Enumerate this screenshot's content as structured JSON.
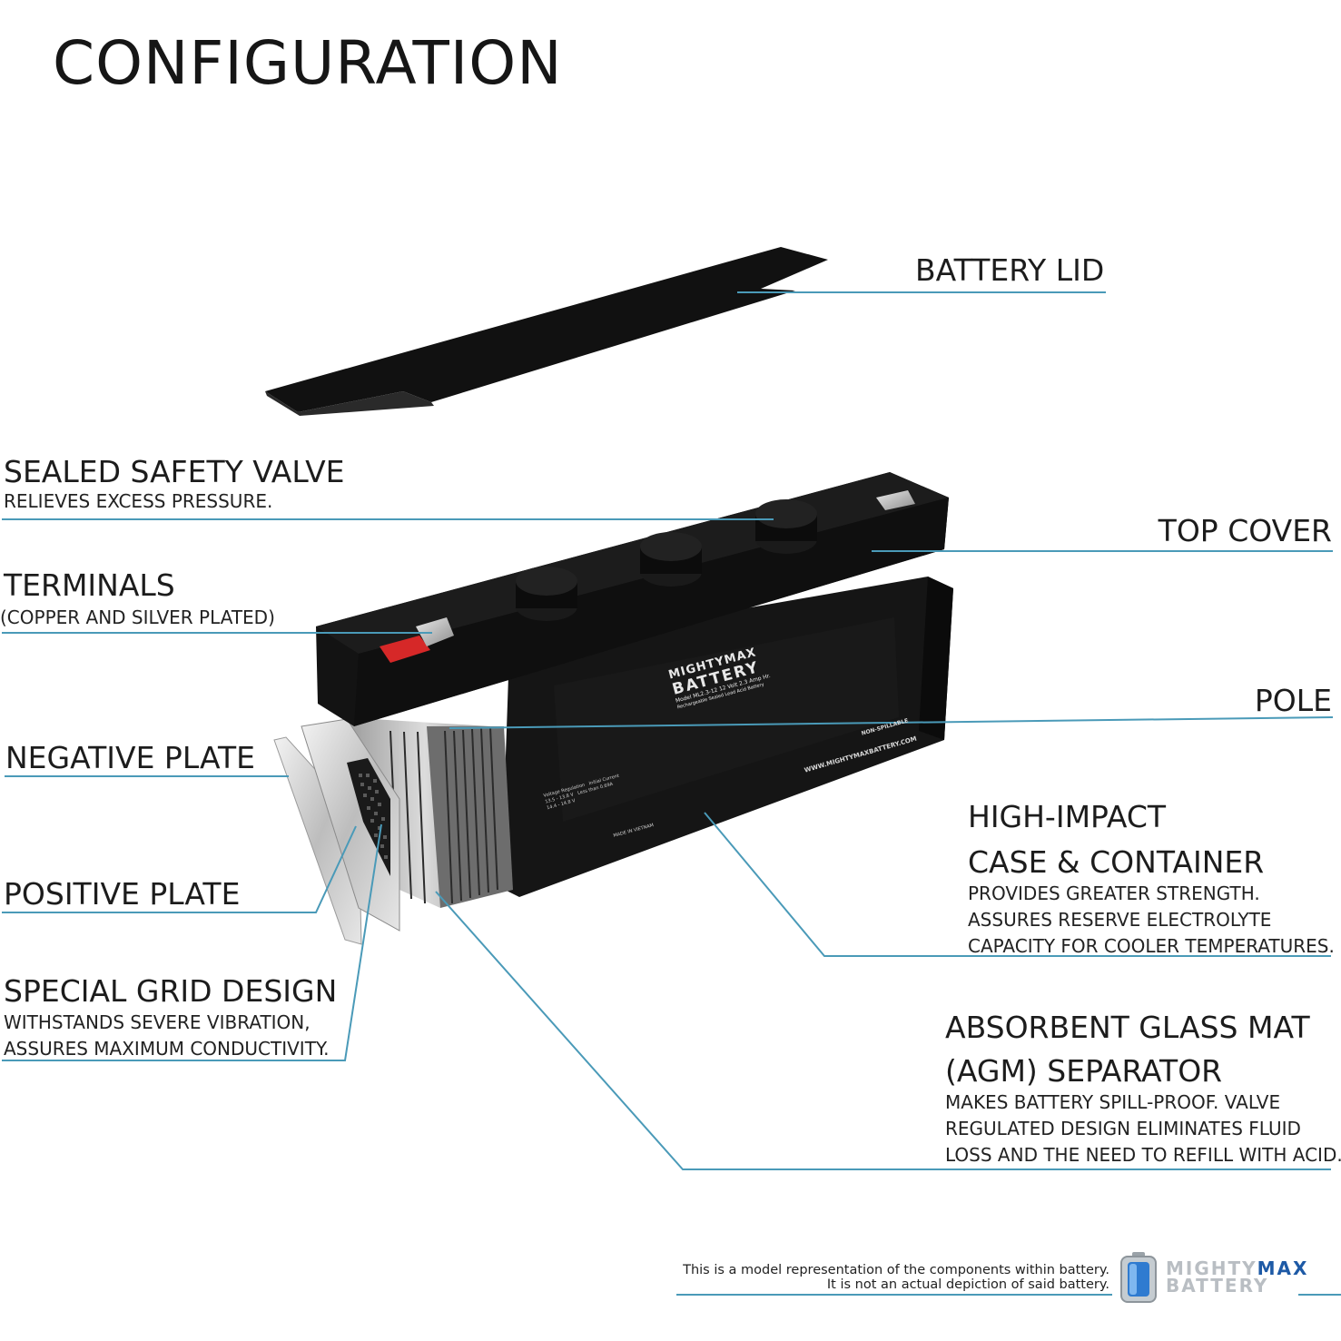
{
  "title": "CONFIGURATION",
  "components": {
    "battery_lid": {
      "label": "BATTERY LID"
    },
    "sealed_safety_valve": {
      "label": "SEALED SAFETY VALVE",
      "desc": "RELIEVES EXCESS PRESSURE."
    },
    "top_cover": {
      "label": "TOP COVER"
    },
    "terminals": {
      "label": "TERMINALS",
      "desc": "(COPPER AND SILVER PLATED)"
    },
    "pole": {
      "label": "POLE"
    },
    "negative_plate": {
      "label": "NEGATIVE PLATE"
    },
    "high_impact": {
      "label_line1": "HIGH-IMPACT",
      "label_line2": "CASE & CONTAINER",
      "desc_line1": "PROVIDES GREATER STRENGTH.",
      "desc_line2": "ASSURES RESERVE ELECTROLYTE",
      "desc_line3": "CAPACITY FOR COOLER TEMPERATURES."
    },
    "positive_plate": {
      "label": "POSITIVE PLATE"
    },
    "special_grid": {
      "label": "SPECIAL GRID DESIGN",
      "desc_line1": "WITHSTANDS SEVERE VIBRATION,",
      "desc_line2": "ASSURES MAXIMUM CONDUCTIVITY."
    },
    "agm_separator": {
      "label_line1": "ABSORBENT GLASS MAT",
      "label_line2": "(AGM) SEPARATOR",
      "desc_line1": "MAKES BATTERY SPILL-PROOF. VALVE",
      "desc_line2": "REGULATED DESIGN ELIMINATES FLUID",
      "desc_line3": "LOSS AND THE NEED TO REFILL WITH ACID."
    }
  },
  "battery_label": {
    "brand_line1": "MIGHTYMAX",
    "brand_line2": "BATTERY",
    "model": "Model ML2.3-12 12 Volt 2.3 Amp Hr.",
    "type": "Rechargeable Sealed Lead Acid Battery",
    "website": "WWW.MIGHTYMAXBATTERY.COM",
    "non_spillable": "NON-SPILLABLE",
    "table_head_1": "Voltage Regulation",
    "table_head_2": "Initial Current",
    "table_r1_c1": "13.5 - 13.8 V",
    "table_r2_c1": "14.4 - 14.8 V",
    "table_r1_c2": "Less than 0.69A",
    "made_in": "MADE IN VIETNAM"
  },
  "footer": {
    "disclaimer_line1": "This is a model representation of the components within battery.",
    "disclaimer_line2": "It is not an actual depiction of said battery.",
    "logo_line1_a": "MIGHTY",
    "logo_line1_b": "MAX",
    "logo_line2": "BATTERY"
  },
  "colors": {
    "leader_line": "#4a9ab8",
    "battery_body": "#141414",
    "terminal_red": "#d62828",
    "text": "#1c1c1c",
    "brand_blue": "#1e5aa6"
  }
}
